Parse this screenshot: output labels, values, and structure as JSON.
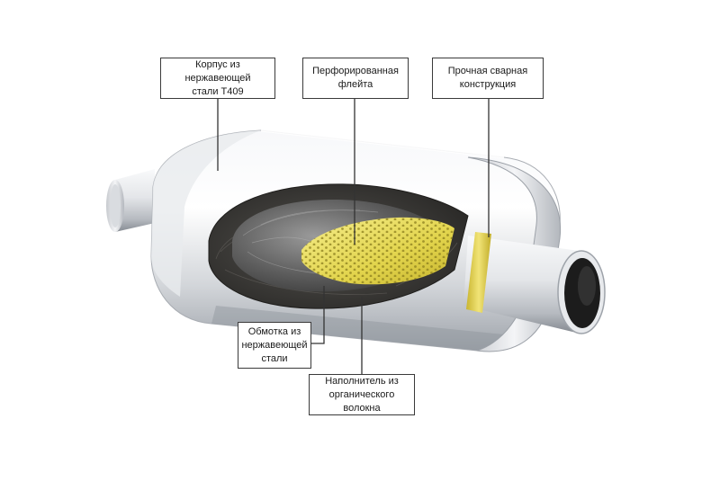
{
  "labels": {
    "casing": "Корпус из нержавеющей\nстали T409",
    "perforated_flute": "Перфорированная\nфлейта",
    "welded_construction": "Прочная сварная\nконструкция",
    "steel_wrap": "Обмотка из\nнержавеющей\nстали",
    "organic_filler": "Наполнитель из\nорганического волокна"
  },
  "colors": {
    "steel_light": "#f2f3f5",
    "steel_mid": "#c9ccd1",
    "steel_dark": "#8e939a",
    "insulation": "#3b3a38",
    "steel_wool": "#6f6f6f",
    "perforated_core": "#e6dc5a",
    "weld_ring": "#e3d24a",
    "pipe_inner": "#1c1c1c",
    "leader_line": "#333333"
  }
}
